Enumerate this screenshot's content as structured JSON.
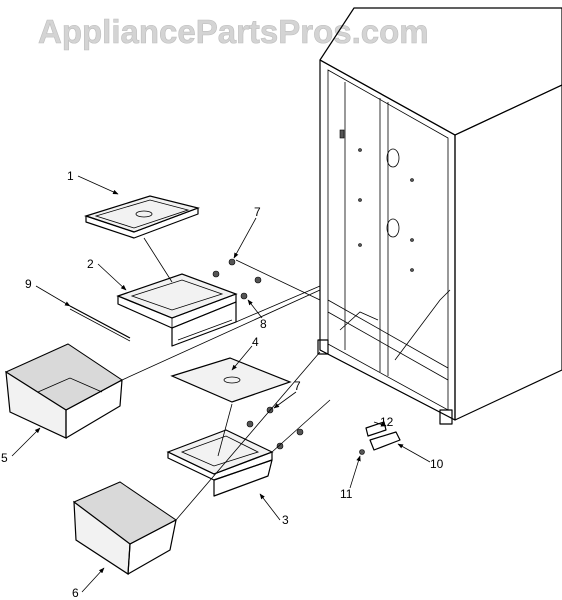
{
  "watermark": "AppliancePartsPros.com",
  "callouts": {
    "c1": "1",
    "c2": "2",
    "c3": "3",
    "c4": "4",
    "c5": "5",
    "c6": "6",
    "c7a": "7",
    "c7b": "7",
    "c8": "8",
    "c9": "9",
    "c10": "10",
    "c11": "11",
    "c12": "12"
  }
}
